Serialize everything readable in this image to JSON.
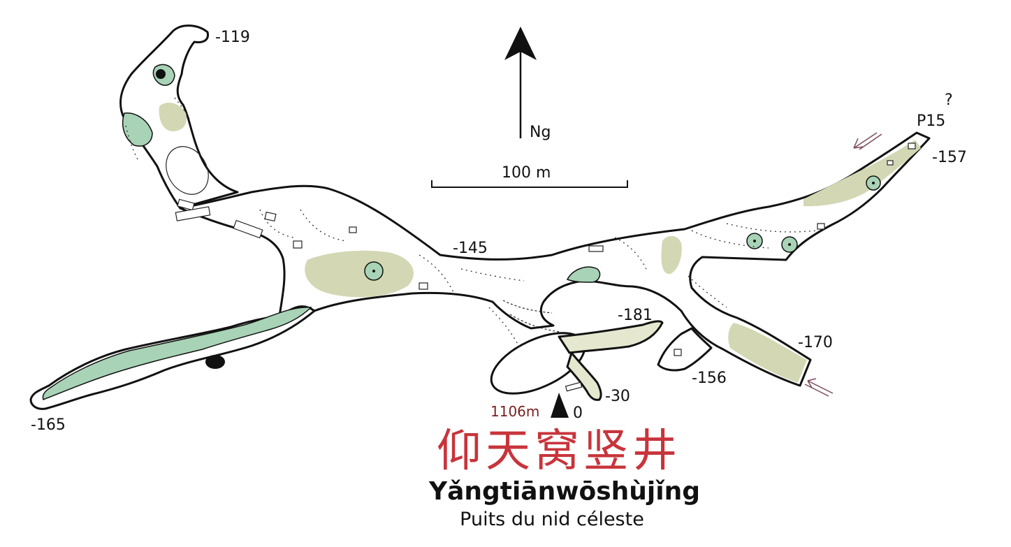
{
  "north": {
    "label": "Ng"
  },
  "scale_bar": {
    "label": "100 m"
  },
  "depths": {
    "d119": "-119",
    "d145": "-145",
    "d157": "-157",
    "d181": "-181",
    "d170": "-170",
    "d156": "-156",
    "d30": "-30",
    "d165": "-165",
    "d0": "0"
  },
  "pitch": {
    "label": "P15",
    "unknown": "?"
  },
  "entrance": {
    "altitude": "1106m"
  },
  "title": {
    "chinese": "仰天窝竖井",
    "pinyin": "Yǎngtiānwōshùjǐng",
    "french": "Puits du nid céleste"
  },
  "colors": {
    "wall": "#111111",
    "clay": "#d3d7b3",
    "water": "#a8d3b6",
    "title_red": "#c8343b"
  }
}
